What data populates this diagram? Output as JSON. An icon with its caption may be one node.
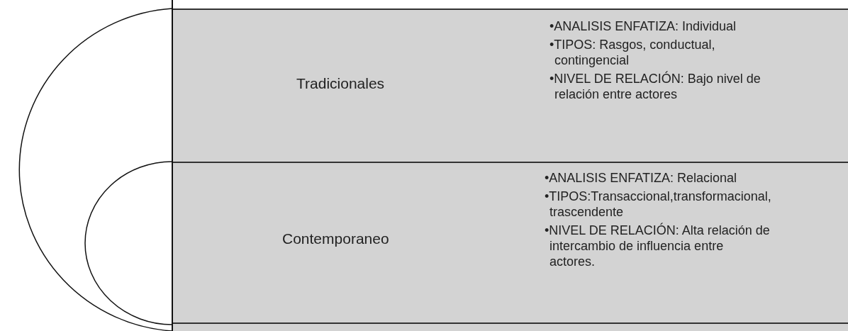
{
  "diagram": {
    "nodes": [
      {
        "text": [
          "Tradicionales",
          "•ANALISIS ENFATIZA: Individual",
          "•TIPOS: Rasgos, conductual, contingencial",
          "•NIVEL DE RELACIÓN: Bajo nivel de relación entre actores"
        ]
      },
      {
        "text": [
          "Contemporaneo",
          "•ANALISIS ENFATIZA: Relacional",
          "•TIPOS:Transaccional,transformacional, trascendente",
          "•NIVEL DE RELACIÓN: Alta relación de intercambio de influencia entre actores."
        ]
      },
      {
        "text": [],
        "shape": "box"
      }
    ],
    "edges": []
  }
}
